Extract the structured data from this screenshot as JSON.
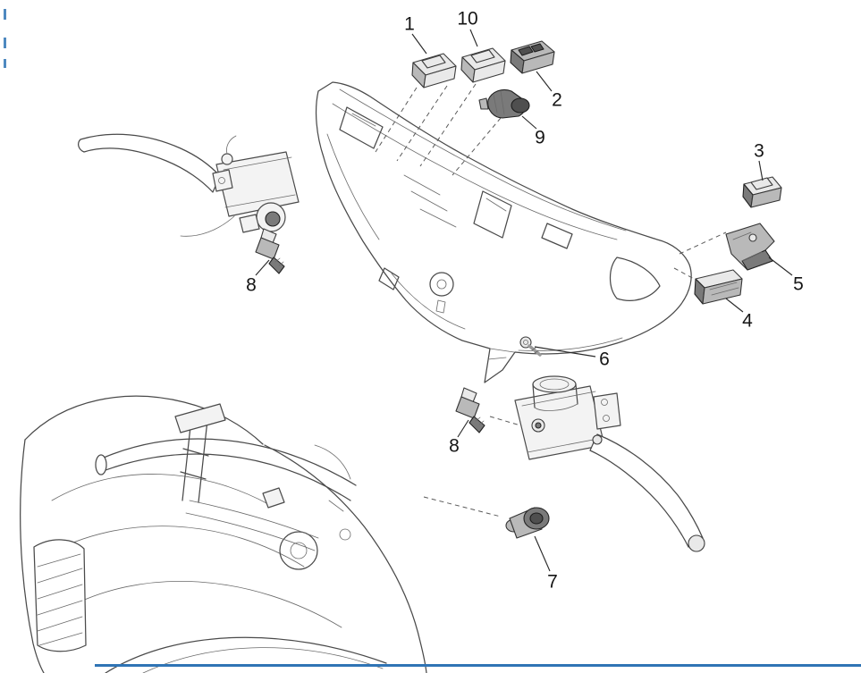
{
  "diagram": {
    "callouts": [
      {
        "id": "part-1",
        "label": "1"
      },
      {
        "id": "part-10",
        "label": "10"
      },
      {
        "id": "part-2",
        "label": "2"
      },
      {
        "id": "part-9",
        "label": "9"
      },
      {
        "id": "part-3",
        "label": "3"
      },
      {
        "id": "part-5",
        "label": "5"
      },
      {
        "id": "part-4",
        "label": "4"
      },
      {
        "id": "part-6",
        "label": "6"
      },
      {
        "id": "part-8-left",
        "label": "8"
      },
      {
        "id": "part-8-right",
        "label": "8"
      },
      {
        "id": "part-7",
        "label": "7"
      }
    ]
  },
  "colors": {
    "accent_blue": "#2f74b5",
    "line": "#4a4a4a",
    "background": "#ffffff"
  }
}
